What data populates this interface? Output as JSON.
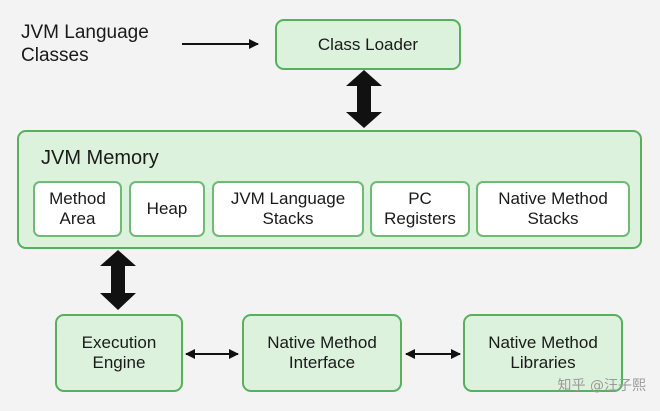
{
  "input_label": "JVM Language\nClasses",
  "class_loader": "Class Loader",
  "jvm_memory": {
    "title": "JVM Memory",
    "areas": [
      "Method\nArea",
      "Heap",
      "JVM Language\nStacks",
      "PC\nRegisters",
      "Native Method\nStacks"
    ]
  },
  "execution_engine": "Execution\nEngine",
  "native_method_interface": "Native Method\nInterface",
  "native_method_libraries": "Native Method\nLibraries",
  "watermark": "知乎 @汪子熙",
  "colors": {
    "box_fill": "#dcf2dc",
    "box_border": "#56b05e",
    "inner_fill": "#ffffff",
    "arrow": "#111111"
  }
}
